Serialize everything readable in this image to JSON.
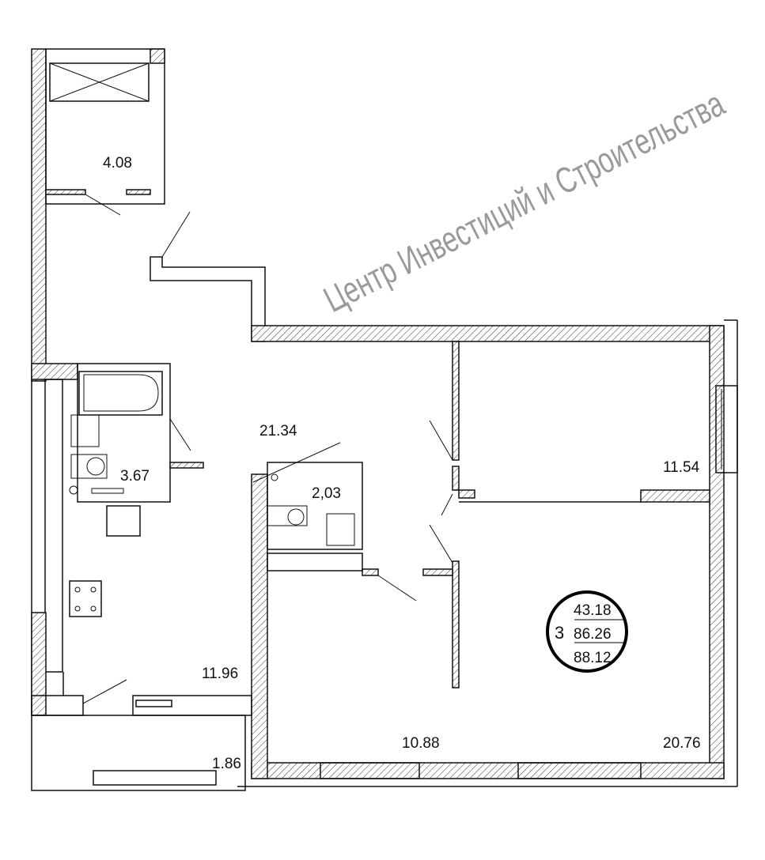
{
  "plan": {
    "rooms": [
      {
        "id": "loggia-top",
        "area": "4.08"
      },
      {
        "id": "hall",
        "area": "21.34"
      },
      {
        "id": "bathroom",
        "area": "3.67"
      },
      {
        "id": "toilet",
        "area": "2,03"
      },
      {
        "id": "bedroom-top-right",
        "area": "11.54"
      },
      {
        "id": "kitchen",
        "area": "11.96"
      },
      {
        "id": "balcony-bottom",
        "area": "1.86"
      },
      {
        "id": "bedroom-middle",
        "area": "10.88"
      },
      {
        "id": "bedroom-large",
        "area": "20.76"
      }
    ],
    "summary": {
      "rooms_count": "3",
      "living_area": "43.18",
      "total_area": "86.26",
      "total_with_balconies": "88.12"
    },
    "watermark": "Центр Инвестиций и Строительства"
  }
}
